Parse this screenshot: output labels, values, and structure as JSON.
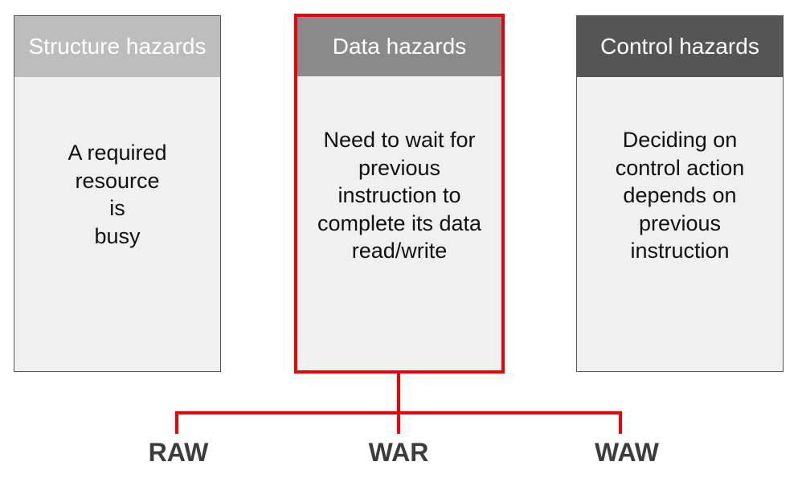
{
  "colors": {
    "highlight": "#e8000b",
    "structure_header": "#bdbdbd",
    "data_header": "#8a8a8a",
    "control_header": "#555555",
    "card_body": "#f0f0f0",
    "leaf_text": "#3c3c3c"
  },
  "categories": [
    {
      "title": "Structure hazards",
      "description": "A required\nresource\nis\nbusy",
      "highlighted": false
    },
    {
      "title": "Data hazards",
      "description": "Need to wait for\nprevious\ninstruction to\ncomplete its data\nread/write",
      "highlighted": true
    },
    {
      "title": "Control hazards",
      "description": "Deciding on\ncontrol action\ndepends on\nprevious\ninstruction",
      "highlighted": false
    }
  ],
  "data_hazard_types": [
    "RAW",
    "WAR",
    "WAW"
  ]
}
